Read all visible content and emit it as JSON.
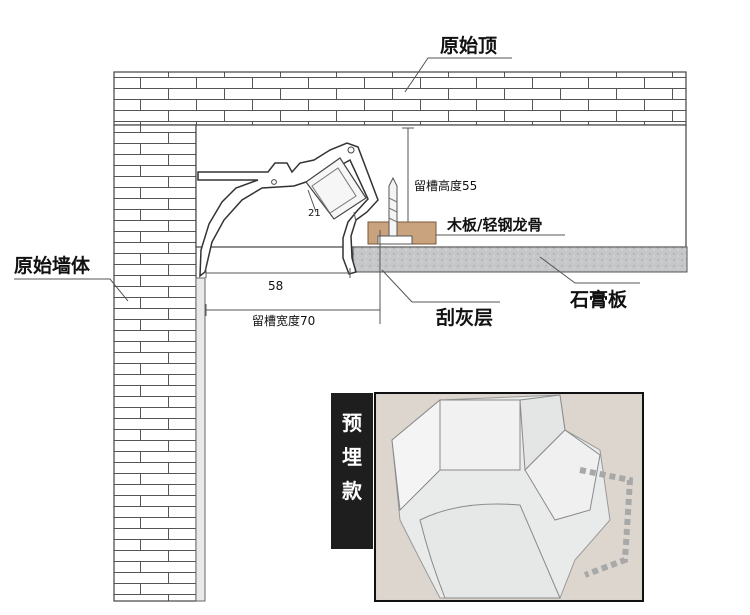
{
  "labels": {
    "ceiling": "原始顶",
    "wall": "原始墙体",
    "board": "木板/轻钢龙骨",
    "gypsum": "石膏板",
    "putty": "刮灰层",
    "slot_height": "留槽高度55",
    "slot_width": "留槽宽度70",
    "dim_58": "58",
    "dim_21": "21"
  },
  "photo_tag": [
    "预",
    "埋",
    "款"
  ],
  "colors": {
    "brick_line": "#555555",
    "profile": "#ffffff",
    "gypsum": "#c7c9cb",
    "wood": "#c9a27e",
    "tag_bg": "#1e1e1e",
    "photo_bg": "#d8d3cc"
  }
}
